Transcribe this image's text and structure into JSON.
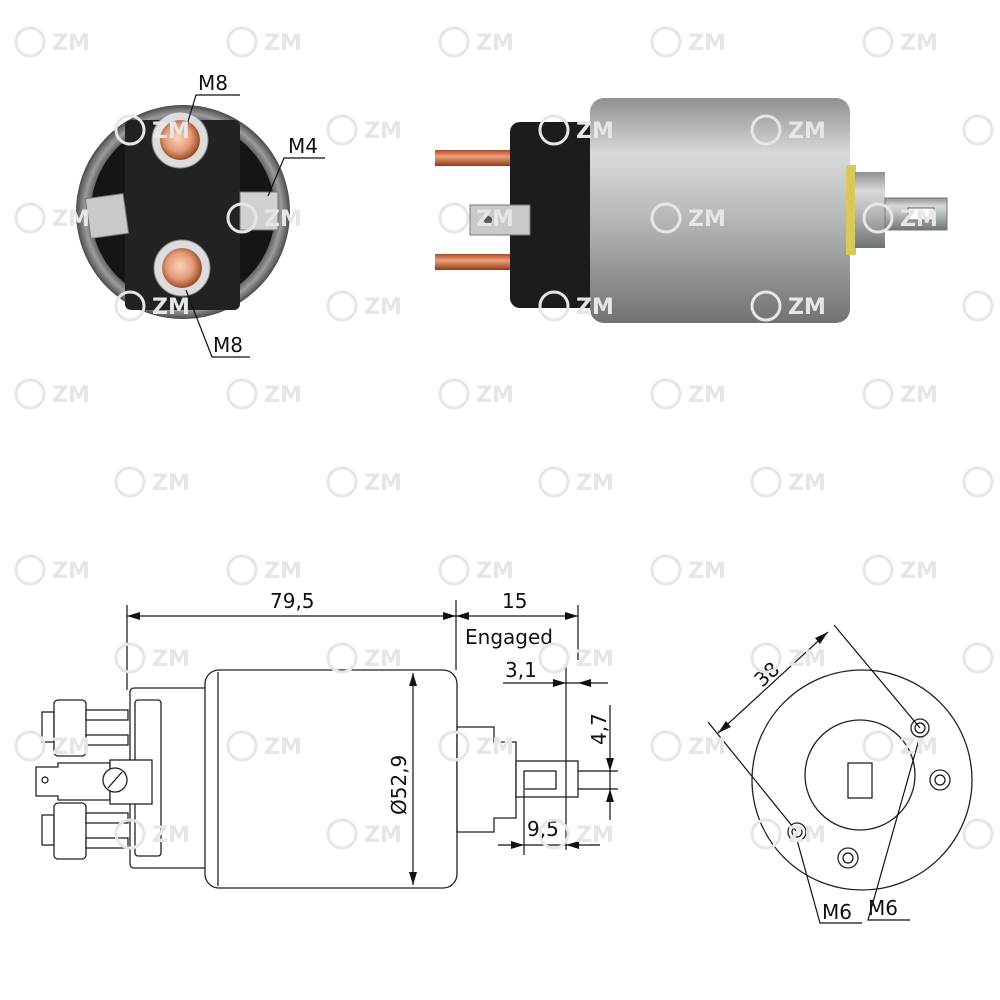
{
  "watermark": "ZM",
  "front_photo": {
    "labels": {
      "top_stud": "M8",
      "small_terminal": "M4",
      "bottom_stud": "M8"
    }
  },
  "side_drawing": {
    "length": "79,5",
    "stroke": "15",
    "stroke_note": "Engaged",
    "shaft_offset": "3,1",
    "slot_width": "4,7",
    "diameter": "Ø52,9",
    "slot_length": "9,5"
  },
  "end_drawing": {
    "hole_spacing": "38",
    "hole_left": "M6",
    "hole_right": "M6"
  },
  "colors": {
    "copper": "#d9774a",
    "silver": "#b9bcbd",
    "black_body": "#1c1c1c"
  }
}
